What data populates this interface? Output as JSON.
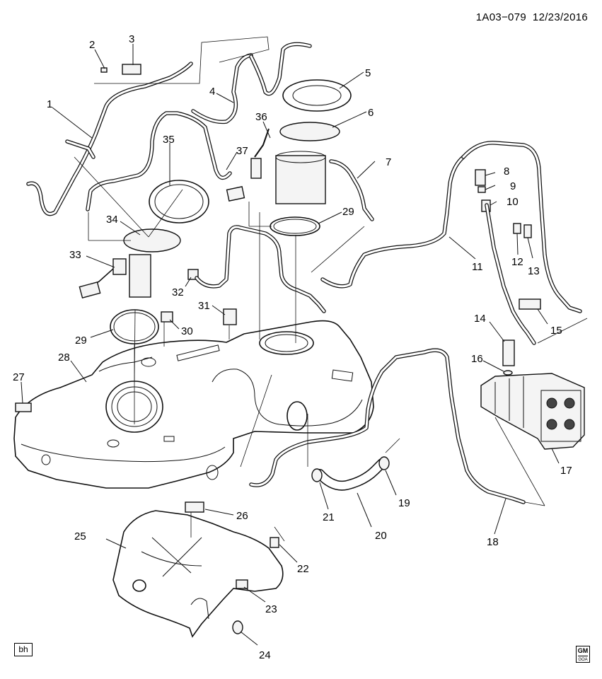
{
  "header": {
    "diagram_id": "1A03−079",
    "date": "12/23/2016"
  },
  "badge": "bh",
  "logo": {
    "text": "GM",
    "sub": "GOA"
  },
  "callouts": [
    "1",
    "2",
    "3",
    "4",
    "5",
    "6",
    "7",
    "8",
    "9",
    "10",
    "11",
    "12",
    "13",
    "14",
    "15",
    "16",
    "17",
    "18",
    "19",
    "20",
    "21",
    "22",
    "23",
    "24",
    "25",
    "26",
    "27",
    "28",
    "29",
    "29",
    "30",
    "31",
    "32",
    "33",
    "34",
    "35",
    "36",
    "37"
  ]
}
